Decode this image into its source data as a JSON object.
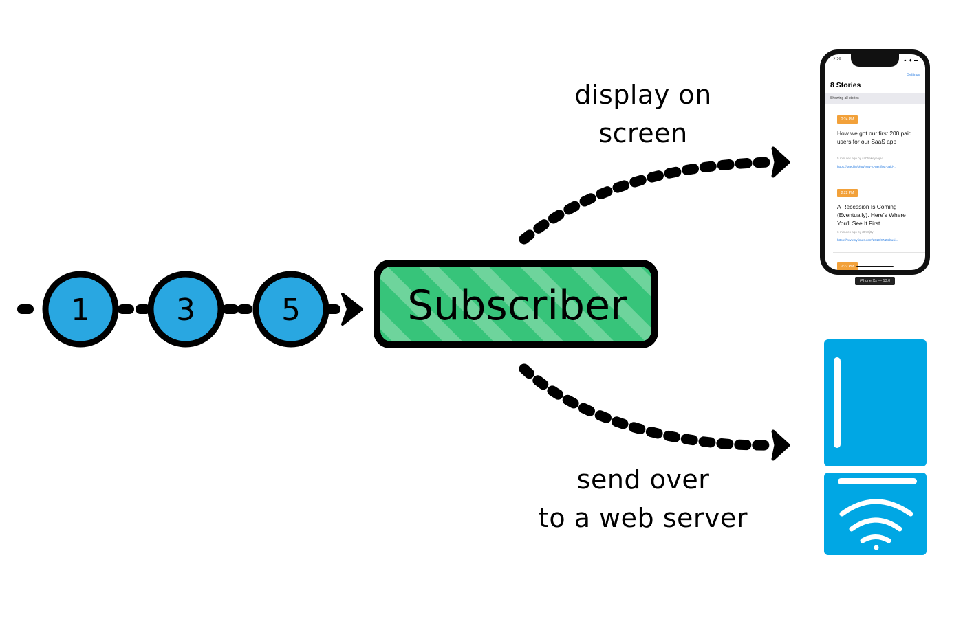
{
  "stream": {
    "values": [
      "1",
      "3",
      "5"
    ]
  },
  "subscriber": {
    "label": "Subscriber"
  },
  "labels": {
    "display_line1": "display on",
    "display_line2": "screen",
    "send_line1": "send over",
    "send_line2": "to a web server"
  },
  "phone": {
    "time": "2:29",
    "settings": "Settings",
    "title": "8 Stories",
    "section": "Showing all stories",
    "caption": "iPhone Xs — 13.0",
    "stories": [
      {
        "time": "2:24 PM",
        "title": "How we got our first 200 paid users for our SaaS app",
        "meta": "5 minutes ago by sabbakeynejad",
        "url": "https://seed.io/blog/how-to-get-first-paid-..."
      },
      {
        "time": "2:22 PM",
        "title": "A Recession Is Coming (Eventually). Here's Where You'll See It First",
        "meta": "6 minutes ago by r0m0j0y",
        "url": "https://www.nytimes.com/2019/07/28/busi..."
      },
      {
        "time": "2:22 PM"
      }
    ]
  },
  "colors": {
    "node_fill": "#29a7e1",
    "subscriber_fill": "#37c47a",
    "server_fill": "#00a7e4",
    "badge": "#f2a13a",
    "ink": "#000000"
  },
  "icons": {
    "server": "server-icon",
    "wifi": "wifi-icon",
    "arrow": "arrow-head-icon"
  }
}
